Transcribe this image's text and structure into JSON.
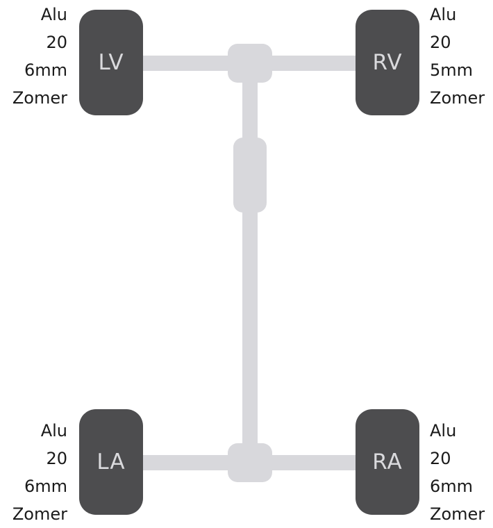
{
  "colors": {
    "wheel": "#4d4d4f",
    "wheel_label": "#dadadd",
    "chassis": "#d8d8dc",
    "text": "#1a1a1a"
  },
  "wheels": {
    "front_left": {
      "label": "LV",
      "material": "Alu",
      "size": "20",
      "tread": "6mm",
      "season": "Zomer"
    },
    "front_right": {
      "label": "RV",
      "material": "Alu",
      "size": "20",
      "tread": "5mm",
      "season": "Zomer"
    },
    "rear_left": {
      "label": "LA",
      "material": "Alu",
      "size": "20",
      "tread": "6mm",
      "season": "Zomer"
    },
    "rear_right": {
      "label": "RA",
      "material": "Alu",
      "size": "20",
      "tread": "6mm",
      "season": "Zomer"
    }
  }
}
